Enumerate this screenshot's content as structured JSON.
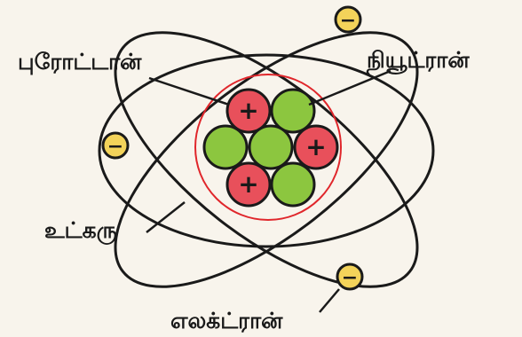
{
  "labels": {
    "proton": "புரோட்டான்",
    "neutron": "நியூட்ரான்",
    "nucleus": "உட்கரு",
    "electron": "எலக்ட்ரான்"
  },
  "symbols": {
    "proton_sign": "+",
    "electron_sign": "−"
  },
  "colors": {
    "background": "#f8f4ec",
    "proton": "#e8505b",
    "neutron": "#8cc63f",
    "electron": "#f3d35a",
    "nucleus_ring": "#e0262b",
    "orbit": "#1a1a1a"
  }
}
